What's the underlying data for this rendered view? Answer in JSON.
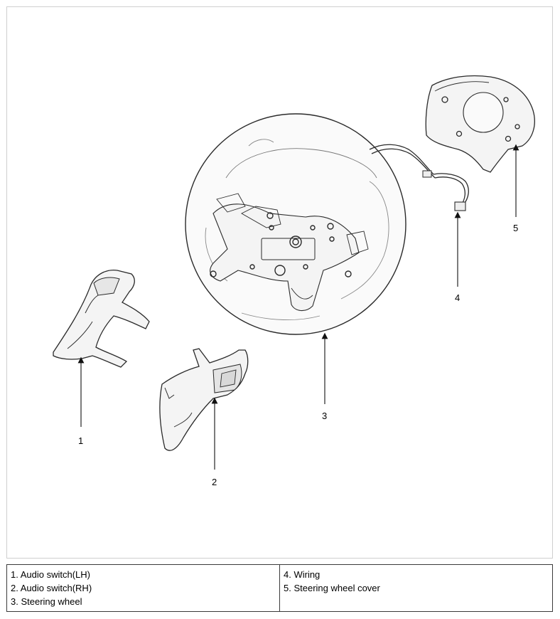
{
  "diagram": {
    "callouts": [
      {
        "id": "1",
        "label": "1"
      },
      {
        "id": "2",
        "label": "2"
      },
      {
        "id": "3",
        "label": "3"
      },
      {
        "id": "4",
        "label": "4"
      },
      {
        "id": "5",
        "label": "5"
      }
    ]
  },
  "legend": {
    "left": [
      "1. Audio switch(LH)",
      "2. Audio switch(RH)",
      "3. Steering wheel"
    ],
    "right": [
      "4. Wiring",
      "5. Steering wheel cover"
    ]
  }
}
